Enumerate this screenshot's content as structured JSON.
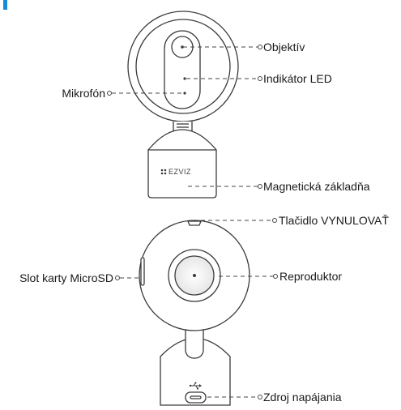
{
  "header": {
    "accent_color": "#1a8bd6"
  },
  "device_top": {
    "brand_mark": "EZVIZ",
    "labels": {
      "objektiv": "Objektív",
      "indikator": "Indikátor LED",
      "mikrofon": "Mikrofón",
      "zakladna": "Magnetická základňa"
    }
  },
  "device_bottom": {
    "labels": {
      "reset": "Tlačidlo VYNULOVAŤ",
      "reproduktor": "Reproduktor",
      "microsd": "Slot karty MicroSD",
      "napajanie": "Zdroj napájania"
    }
  },
  "colors": {
    "outline": "#3a3a3a",
    "leader": "#444444",
    "text": "#1a1a1a"
  }
}
